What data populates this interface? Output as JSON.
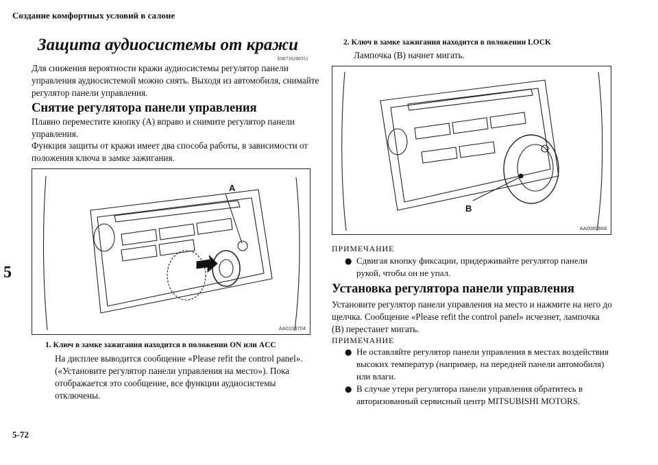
{
  "header": {
    "section_title": "Создание комфортных условий в салоне"
  },
  "chapter_tab": "5",
  "page_number": "5-72",
  "title": "Защита аудиосистемы от кражи",
  "title_code": "E00710200351",
  "intro": "Для снижения вероятности кражи аудиосистемы регулятор панели управления аудиосистемой можно снять. Выходя из автомобиля, снимайте регулятор панели управления.",
  "removal": {
    "heading": "Снятие регулятора панели управления",
    "para1": "Плавно переместите кнопку (A) вправо и снимите регулятор панели управления.",
    "para2": "Функция защиты от кражи имеет два способа работы, в зависимости от положения ключа в замке зажигания."
  },
  "figure1": {
    "callout": "A",
    "code": "AA0104704"
  },
  "figure2": {
    "callout": "B",
    "code": "AA0080868"
  },
  "step1": {
    "heading": "1. Ключ в замке зажигания находится в положении ON или ACC",
    "body": "На дисплее выводится сообщение «Please refit the control panel». («Установите регулятор панели управления на место»). Пока отображается это сообщение, все функции аудиосистемы отключены."
  },
  "step2": {
    "heading": "2. Ключ в замке зажигания находится в положении LOCK",
    "body": "Лампочка (B) начнет мигать."
  },
  "note1": {
    "label": "ПРИМЕЧАНИЕ",
    "bullets": [
      "Сдвигая кнопку фиксации, придерживайте регулятор панели рукой, чтобы он не упал."
    ]
  },
  "installation": {
    "heading": "Установка регулятора панели управления",
    "para": "Установите регулятор панели управления на место и нажмите на него до щелчка. Сообщение «Please refit the control panel» исчезнет, лампочка (B) перестанет мигать."
  },
  "note2": {
    "label": "ПРИМЕЧАНИЕ",
    "bullets": [
      "Не оставляйте регулятор панели управления в местах воздействия высоких температур (например, на передней панели автомобиля) или влаги.",
      "В случае утери регулятора панели управления обратитесь в авторизованный сервисный центр MITSUBISHI MOTORS."
    ]
  },
  "icons": {
    "bullet": "black-circle-bullet"
  }
}
